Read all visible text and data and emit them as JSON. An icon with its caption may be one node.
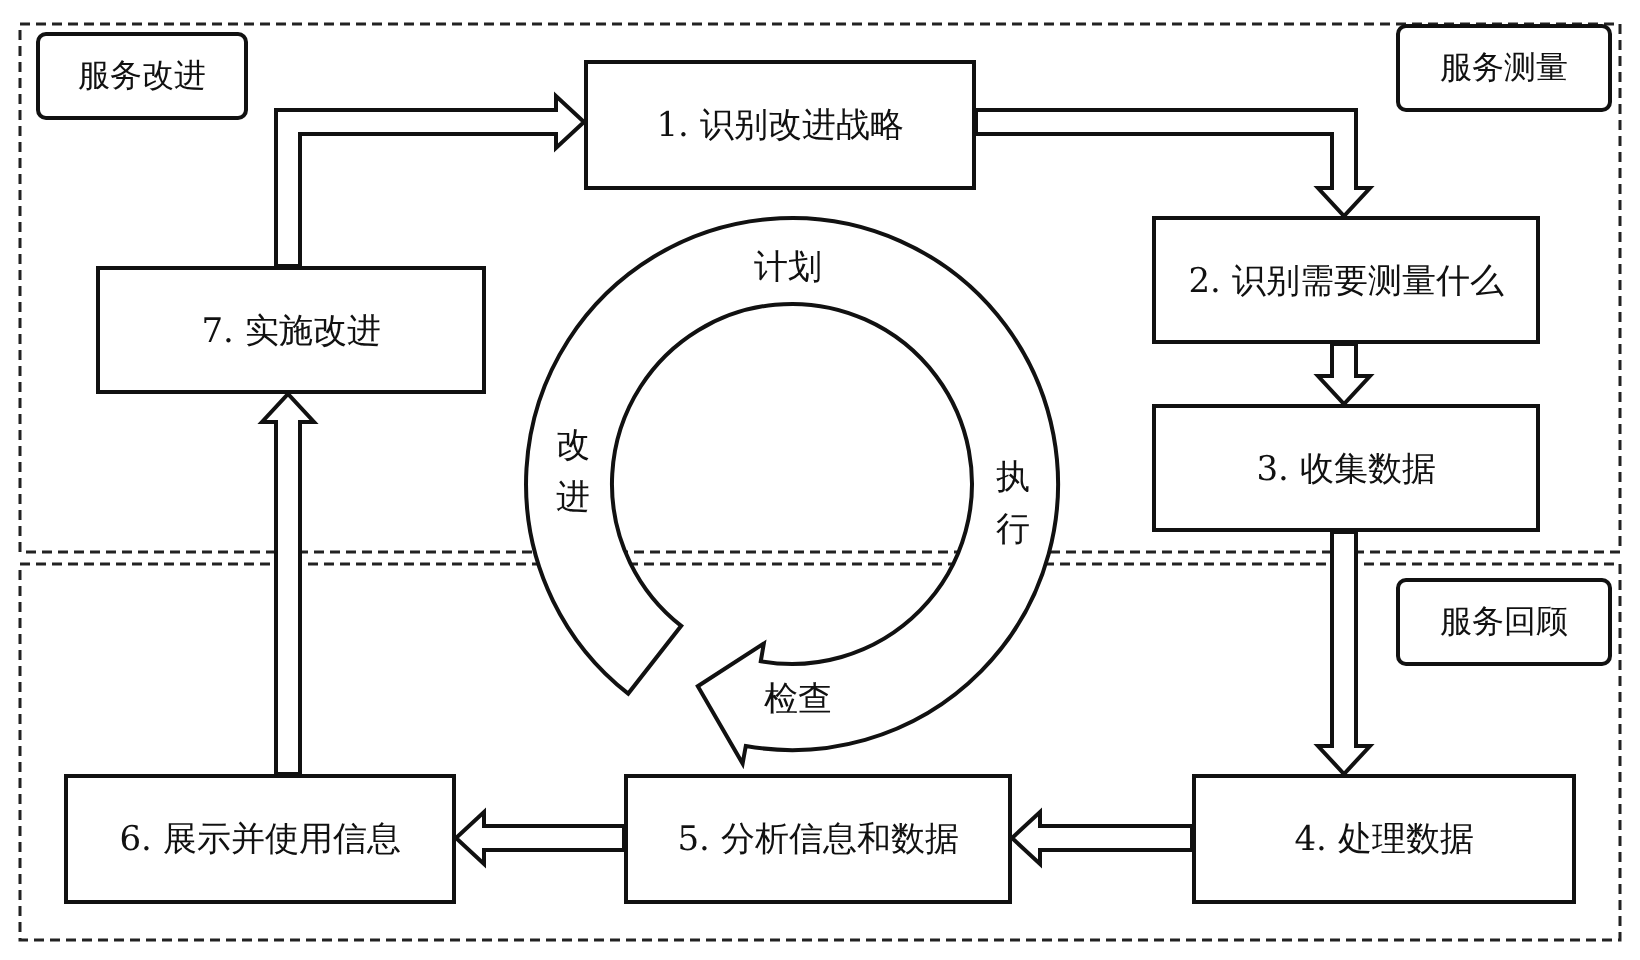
{
  "diagram": {
    "nodes": [
      {
        "text": [
          "服务改进"
        ]
      },
      {
        "text": [
          "服务测量"
        ]
      },
      {
        "text": [
          "服务回顾"
        ]
      },
      {
        "text": [
          "1. 识别改进战略"
        ]
      },
      {
        "text": [
          "2. 识别需要测量什么"
        ]
      },
      {
        "text": [
          "3. 收集数据"
        ]
      },
      {
        "text": [
          "4. 处理数据"
        ]
      },
      {
        "text": [
          "5. 分析信息和数据"
        ]
      },
      {
        "text": [
          "6. 展示并使用信息"
        ]
      },
      {
        "text": [
          "7. 实施改进"
        ]
      }
    ],
    "edges": [
      {
        "from": 9,
        "to": 3,
        "arrow": "to"
      },
      {
        "from": 3,
        "to": 4,
        "arrow": "to"
      },
      {
        "from": 4,
        "to": 5,
        "arrow": "to"
      },
      {
        "from": 5,
        "to": 6,
        "arrow": "to"
      },
      {
        "from": 6,
        "to": 7,
        "arrow": "to"
      },
      {
        "from": 7,
        "to": 8,
        "arrow": "to"
      },
      {
        "from": 8,
        "to": 9,
        "arrow": "to"
      }
    ],
    "labels": [
      "计划",
      "改进",
      "执行",
      "检查"
    ]
  }
}
